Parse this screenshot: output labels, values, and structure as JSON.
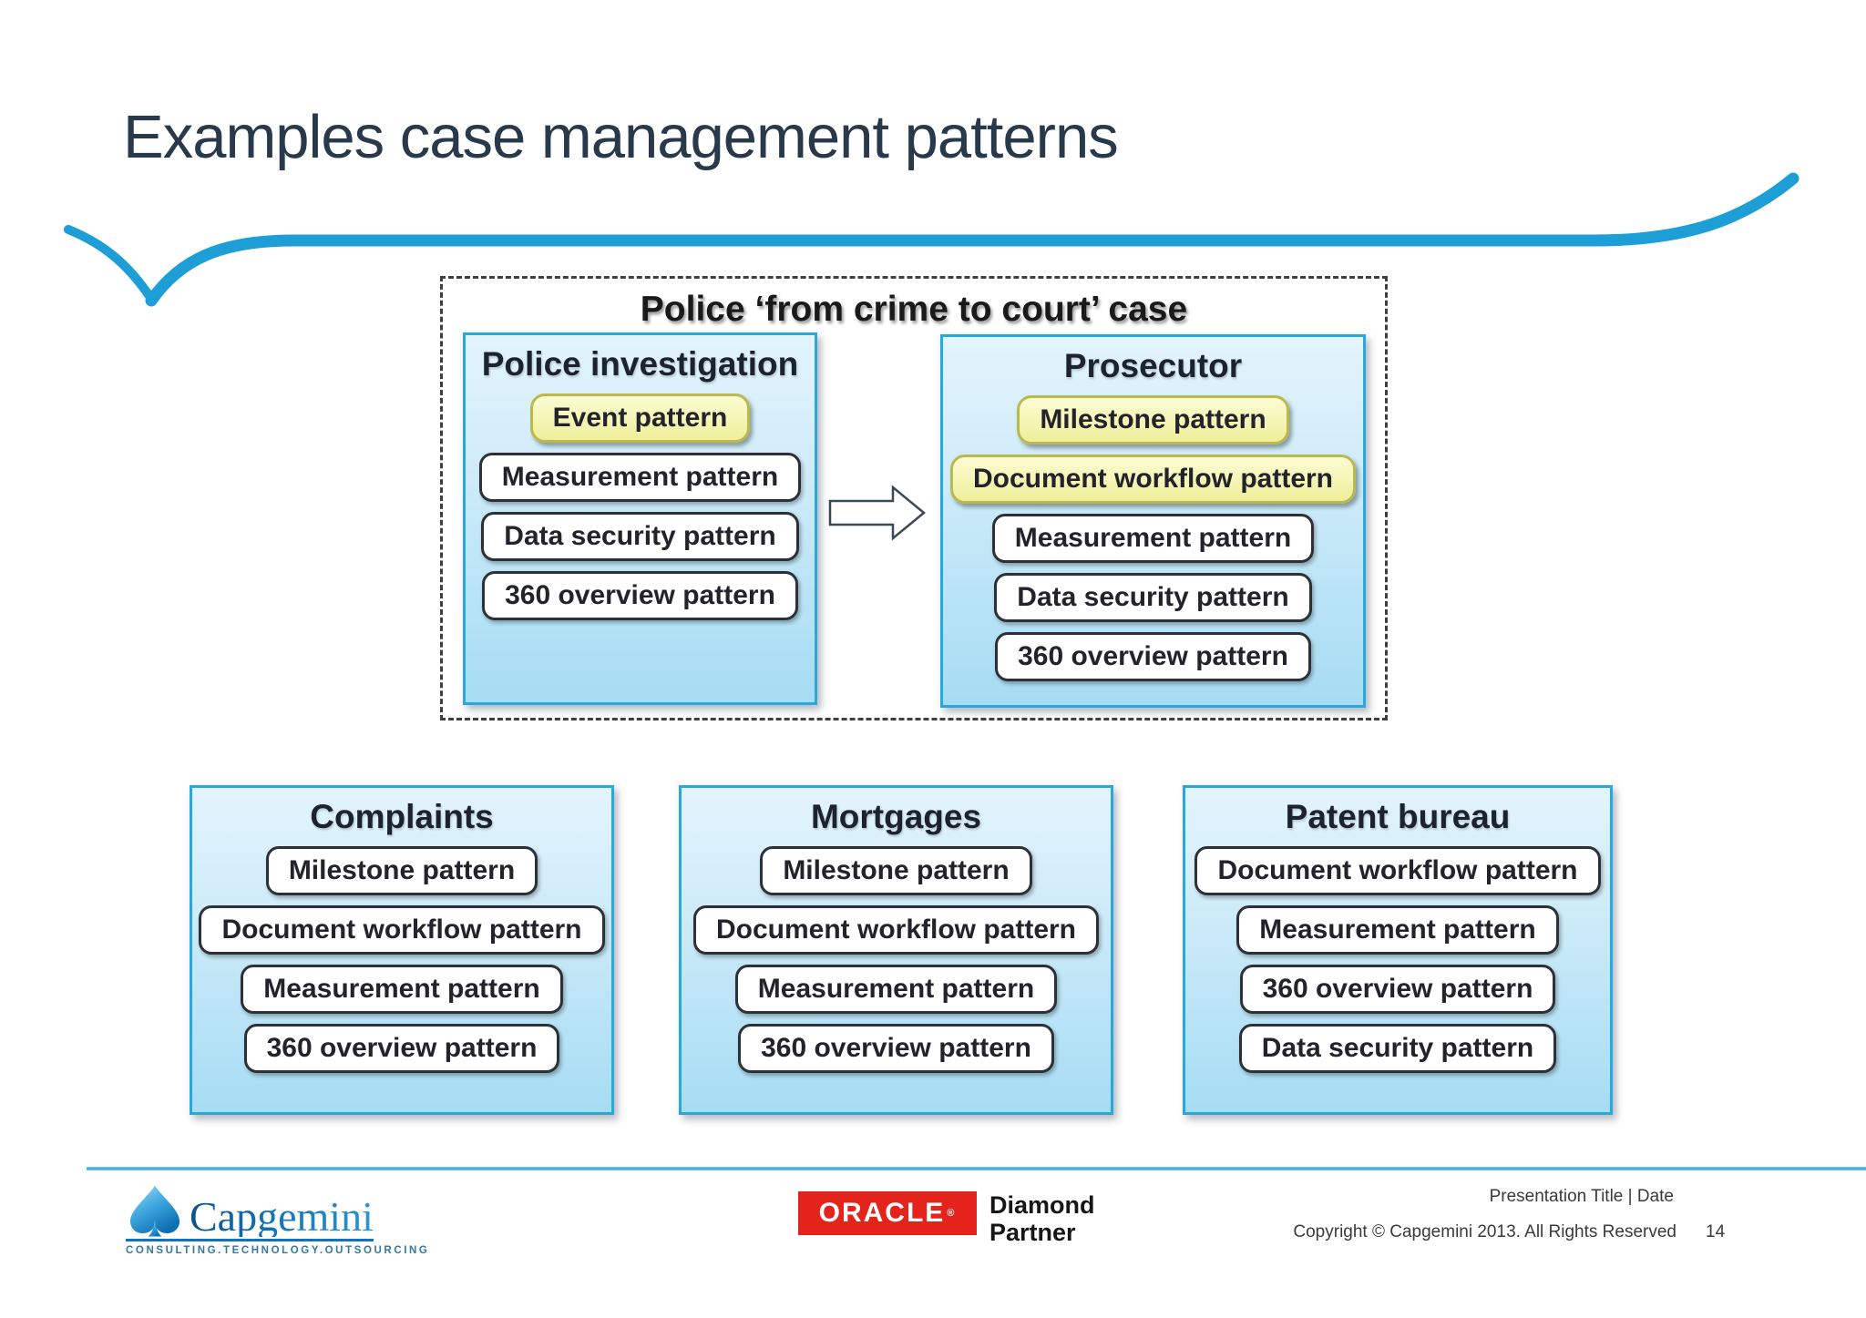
{
  "slide": {
    "title": "Examples case management patterns",
    "page_number": "14",
    "footer": {
      "presentation_meta": "Presentation Title | Date",
      "copyright": "Copyright © Capgemini 2013. All Rights Reserved"
    },
    "logos": {
      "capgemini": {
        "name": "Capgemini",
        "tagline": "CONSULTING.TECHNOLOGY.OUTSOURCING"
      },
      "oracle": {
        "wordmark": "ORACLE",
        "registered_mark": "®",
        "partner_line1": "Diamond",
        "partner_line2": "Partner"
      }
    }
  },
  "diagram": {
    "group": {
      "title": "Police ‘from crime to court’ case",
      "boxes": [
        {
          "title": "Police investigation",
          "patterns": [
            {
              "label": "Event pattern",
              "highlight": true
            },
            {
              "label": "Measurement pattern"
            },
            {
              "label": "Data security pattern"
            },
            {
              "label": "360 overview pattern"
            }
          ]
        },
        {
          "title": "Prosecutor",
          "patterns": [
            {
              "label": "Milestone pattern",
              "highlight": true
            },
            {
              "label": "Document workflow pattern",
              "highlight": true
            },
            {
              "label": "Measurement pattern"
            },
            {
              "label": "Data security pattern"
            },
            {
              "label": "360 overview pattern"
            }
          ]
        }
      ]
    },
    "standalone_boxes": [
      {
        "title": "Complaints",
        "patterns": [
          {
            "label": "Milestone pattern"
          },
          {
            "label": "Document workflow pattern"
          },
          {
            "label": "Measurement pattern"
          },
          {
            "label": "360 overview pattern"
          }
        ]
      },
      {
        "title": "Mortgages",
        "patterns": [
          {
            "label": "Milestone pattern"
          },
          {
            "label": "Document workflow pattern"
          },
          {
            "label": "Measurement pattern"
          },
          {
            "label": "360 overview pattern"
          }
        ]
      },
      {
        "title": "Patent bureau",
        "patterns": [
          {
            "label": "Document workflow pattern"
          },
          {
            "label": "Measurement pattern"
          },
          {
            "label": "360 overview pattern"
          },
          {
            "label": "Data security pattern"
          }
        ]
      }
    ]
  },
  "colors": {
    "accent_blue": "#1d9ed6",
    "box_border_cyan": "#29a8db",
    "box_gradient_top": "#e3f4fc",
    "box_gradient_bottom": "#a6dcf4",
    "highlight_yellow": "#f5f5a6",
    "highlight_border": "#b9b94e",
    "title_navy": "#28394b",
    "oracle_red": "#e3231c",
    "capgemini_blue": "#1173b9"
  }
}
